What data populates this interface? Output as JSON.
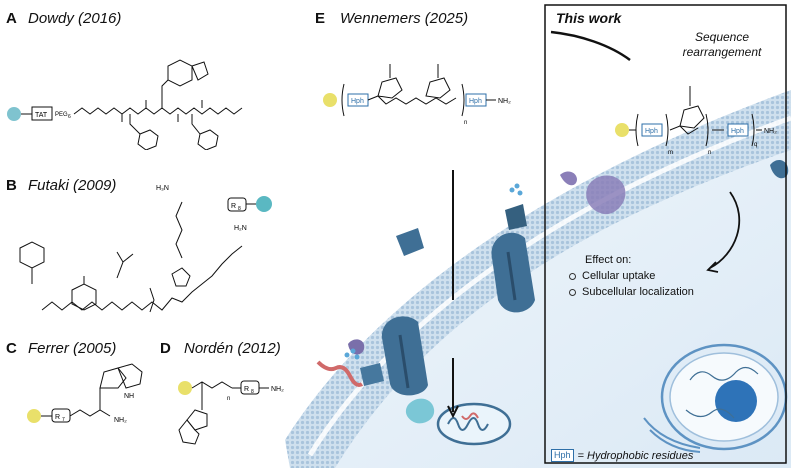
{
  "panels": {
    "A": {
      "letter": "A",
      "title": "Dowdy (2016)",
      "tat": "TAT",
      "peg": "PEG",
      "peg_sub": "6"
    },
    "B": {
      "letter": "B",
      "title": "Futaki (2009)",
      "r_label": "R",
      "r_sub": "8",
      "h3n": "H₃N",
      "h2n": "H₂N"
    },
    "C": {
      "letter": "C",
      "title": "Ferrer (2005)",
      "r_label": "R",
      "r_sub": "7",
      "nh2": "NH₂",
      "nh": "NH"
    },
    "D": {
      "letter": "D",
      "title": "Nordén (2012)",
      "r_label": "R",
      "r_sub": "8",
      "nh2": "NH₂",
      "n_sub": "n"
    },
    "E": {
      "letter": "E",
      "title": "Wennemers (2025)",
      "hph": "Hph",
      "nh2": "NH₂",
      "n_sub": "n"
    }
  },
  "this_work": {
    "title": "This work",
    "subtitle_line1": "Sequence",
    "subtitle_line2": "rearrangement",
    "hph": "Hph",
    "nh2": "NH₂",
    "m_sub": "m",
    "n_sub": "n",
    "q_sub": "q",
    "effect_title": "Effect on:",
    "effects": [
      "Cellular uptake",
      "Subcellular localization"
    ]
  },
  "legend": {
    "hph": "Hph",
    "text": "= Hydrophobic residues"
  },
  "colors": {
    "cap_blue": "#7fc3cf",
    "cap_yellow": "#e9e06a",
    "membrane": "#c9dcec",
    "protein": "#3f6f95",
    "hph_blue": "#2e6fa8"
  }
}
